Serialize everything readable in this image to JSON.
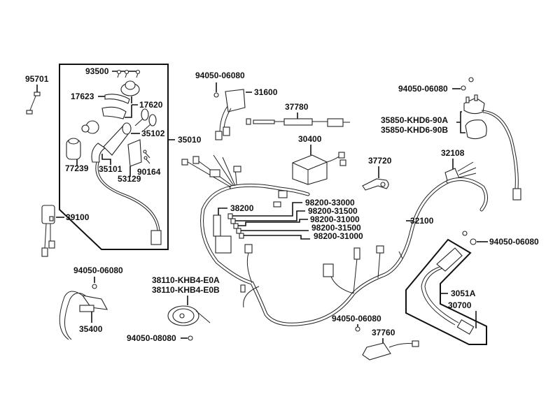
{
  "diagram": {
    "title": "Wiring harness / electrical parts exploded diagram",
    "background": "#ffffff",
    "ink": "#111111"
  },
  "labels": {
    "p95701": "95701",
    "p93500": "93500",
    "p17623": "17623",
    "p17620": "17620",
    "p35102": "35102",
    "p35010": "35010",
    "p77239": "77239",
    "p35101": "35101",
    "p90164": "90164",
    "p53129": "53129",
    "p94050_a": "94050-06080",
    "p31600": "31600",
    "p37780": "37780",
    "p30400": "30400",
    "p37720": "37720",
    "p94050_b": "94050-06080",
    "p35850a": "35850-KHD6-90A",
    "p35850b": "35850-KHD6-90B",
    "p32108": "32108",
    "p38200": "38200",
    "p98200_1": "98200-33000",
    "p98200_2": "98200-31500",
    "p98200_3": "98200-31000",
    "p98200_4": "98200-31500",
    "p98200_5": "98200-31000",
    "p32100": "32100",
    "p39100": "39100",
    "p94050_c": "94050-06080",
    "p94050_d": "94050-06080",
    "p38110a": "38110-KHB4-E0A",
    "p38110b": "38110-KHB4-E0B",
    "p35400": "35400",
    "p94050_08080": "94050-08080",
    "p3051A": "3051A",
    "p30700": "30700",
    "p94050_e": "94050-06080",
    "p37760": "37760"
  }
}
